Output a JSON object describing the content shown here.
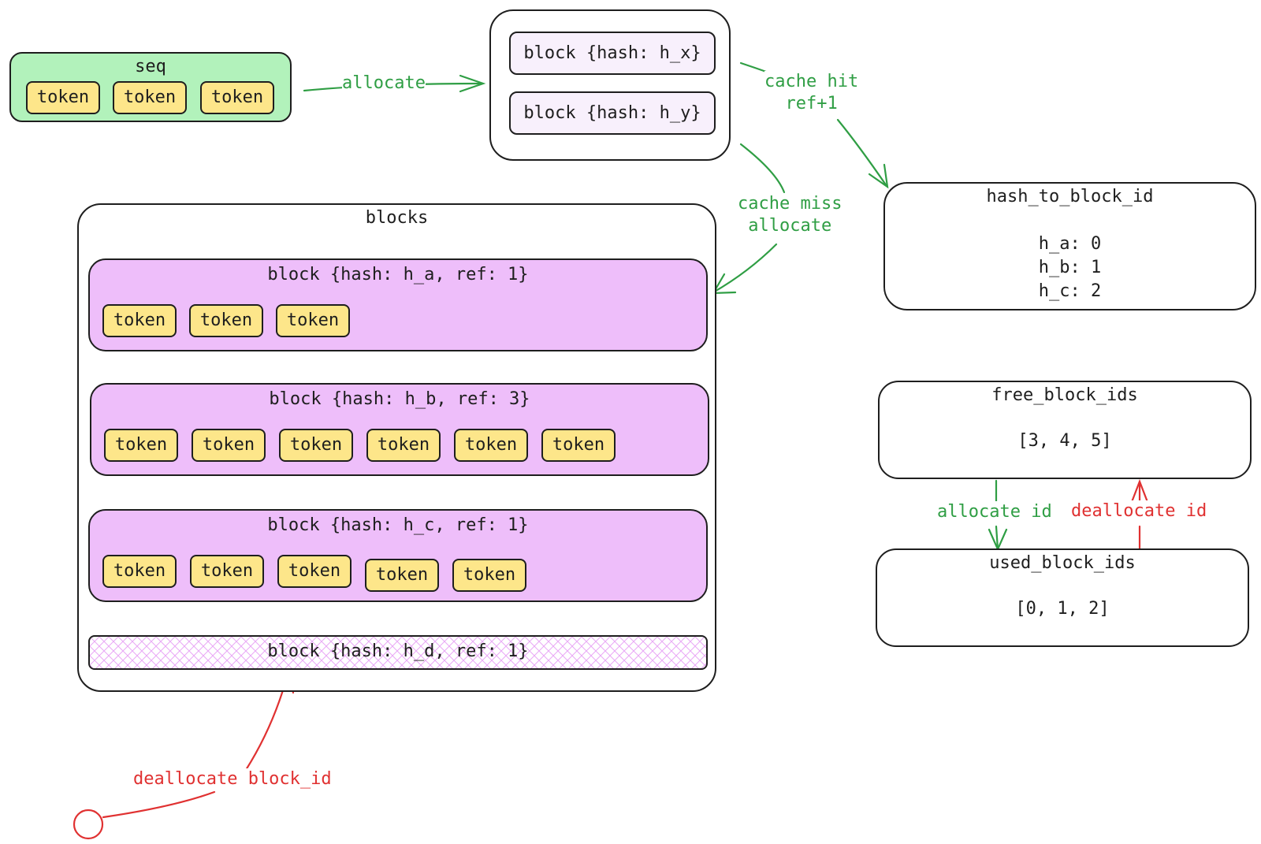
{
  "seq": {
    "title": "seq",
    "tokens": [
      "token",
      "token",
      "token"
    ]
  },
  "incoming": {
    "blocks": [
      "block {hash: h_x}",
      "block {hash: h_y}"
    ]
  },
  "blocks": {
    "title": "blocks",
    "items": [
      {
        "label": "block {hash: h_a, ref: 1}",
        "tokens": [
          "token",
          "token",
          "token"
        ]
      },
      {
        "label": "block {hash: h_b, ref: 3}",
        "tokens": [
          "token",
          "token",
          "token",
          "token",
          "token",
          "token"
        ]
      },
      {
        "label": "block {hash: h_c, ref: 1}",
        "tokens": [
          "token",
          "token",
          "token",
          "token",
          "token"
        ]
      },
      {
        "label": "block {hash: h_d, ref: 1}",
        "tokens": []
      }
    ]
  },
  "hash_to_block_id": {
    "title": "hash_to_block_id",
    "entries": [
      "h_a: 0",
      "h_b: 1",
      "h_c: 2"
    ]
  },
  "free_block_ids": {
    "title": "free_block_ids",
    "value": "[3, 4, 5]"
  },
  "used_block_ids": {
    "title": "used_block_ids",
    "value": "[0, 1, 2]"
  },
  "edges": {
    "allocate": "allocate",
    "cache_hit": [
      "cache hit",
      "ref+1"
    ],
    "cache_miss": [
      "cache miss",
      "allocate"
    ],
    "allocate_id": "allocate id",
    "deallocate_id": "deallocate id",
    "deallocate_block_id": "deallocate block_id"
  },
  "colors": {
    "seq_fill": "#b2f2bb",
    "token_fill": "#fde68a",
    "incoming_block_fill": "#f8f0fc",
    "block_fill": "#eebefa",
    "green": "#2f9e44",
    "red": "#e03131",
    "stroke": "#1e1e1e"
  }
}
